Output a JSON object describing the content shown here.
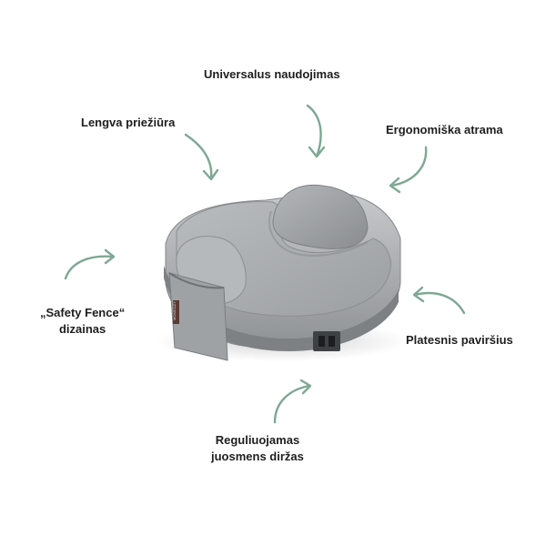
{
  "labels": {
    "universal": "Universalus naudojimas",
    "easy_care": "Lengva priežiūra",
    "ergonomic": "Ergonomiška atrama",
    "safety_fence_line1": "„Safety Fence“",
    "safety_fence_line2": "dizainas",
    "wider_surface": "Platesnis paviršius",
    "belt_line1": "Reguliuojamas",
    "belt_line2": "juosmens diržas"
  },
  "product": {
    "pocket_logo_text": "MOMCOZY"
  },
  "colors": {
    "arrow": "#7ea893",
    "pillow": "#a9acaf",
    "text": "#1e1e1e"
  }
}
